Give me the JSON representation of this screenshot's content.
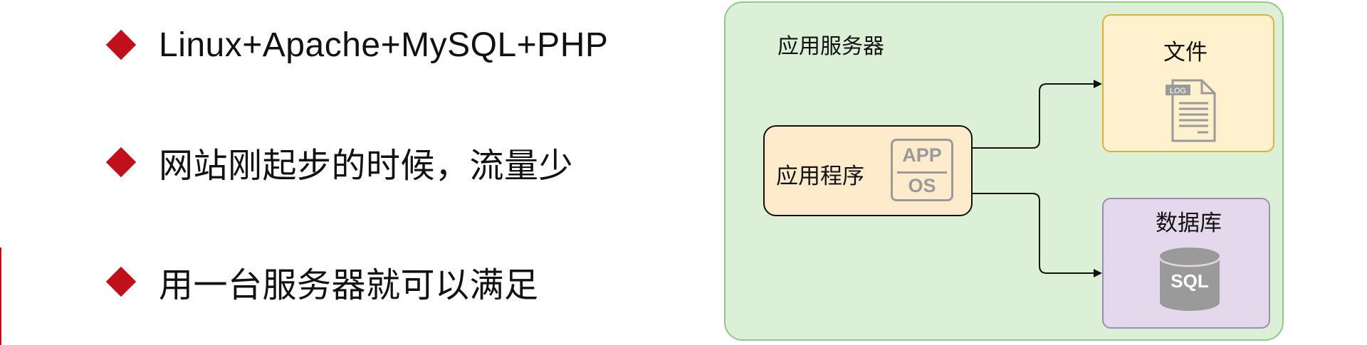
{
  "bullets": [
    {
      "text": "Linux+Apache+MySQL+PHP"
    },
    {
      "text": "网站刚起步的时候，流量少"
    },
    {
      "text": "用一台服务器就可以满足"
    }
  ],
  "diagram": {
    "server_title": "应用服务器",
    "app_label": "应用程序",
    "app_icon_top": "APP",
    "app_icon_bottom": "OS",
    "file_label": "文件",
    "file_icon_text": "LOG",
    "db_label": "数据库",
    "db_icon_text": "SQL"
  },
  "colors": {
    "accent_red": "#c0101b",
    "server_fill": "#dcf0d7",
    "app_fill": "#fdebcc",
    "file_fill": "#fff1cd",
    "db_fill": "#e4d8ec",
    "icon_gray": "#9a9a9a"
  }
}
